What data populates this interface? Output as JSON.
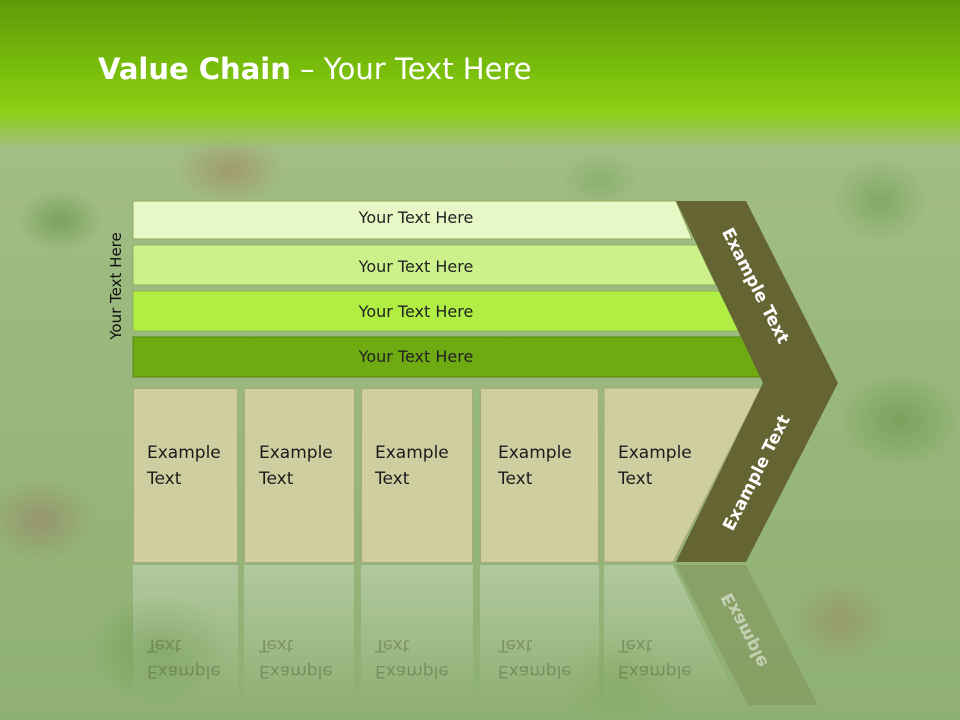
{
  "title": {
    "bold": "Value Chain",
    "rest": " – Your Text Here"
  },
  "side_label": "Your Text Here",
  "bars": [
    {
      "label": "Your Text Here",
      "color": "#e8f7c6"
    },
    {
      "label": "Your Text Here",
      "color": "#ccf18a"
    },
    {
      "label": "Your Text Here",
      "color": "#b0ee44"
    },
    {
      "label": "Your Text Here",
      "color": "#6eaa12"
    }
  ],
  "boxes": [
    {
      "line1": "Example",
      "line2": "Text"
    },
    {
      "line1": "Example",
      "line2": "Text"
    },
    {
      "line1": "Example",
      "line2": "Text"
    },
    {
      "line1": "Example",
      "line2": "Text"
    },
    {
      "line1": "Example",
      "line2": "Text"
    }
  ],
  "chevron": {
    "upper_label": "Example Text",
    "lower_label": "Example Text",
    "color": "#656534"
  },
  "reflection_chevron_label": "Example",
  "colors": {
    "header": "#78bd0b",
    "box": "#cfcea0"
  }
}
